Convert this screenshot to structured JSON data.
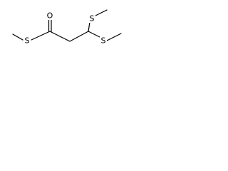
{
  "molecule": {
    "atoms": {
      "oxygen": "O",
      "sulfur_thioester": "S",
      "sulfur_upper": "S",
      "sulfur_lower": "S"
    }
  }
}
